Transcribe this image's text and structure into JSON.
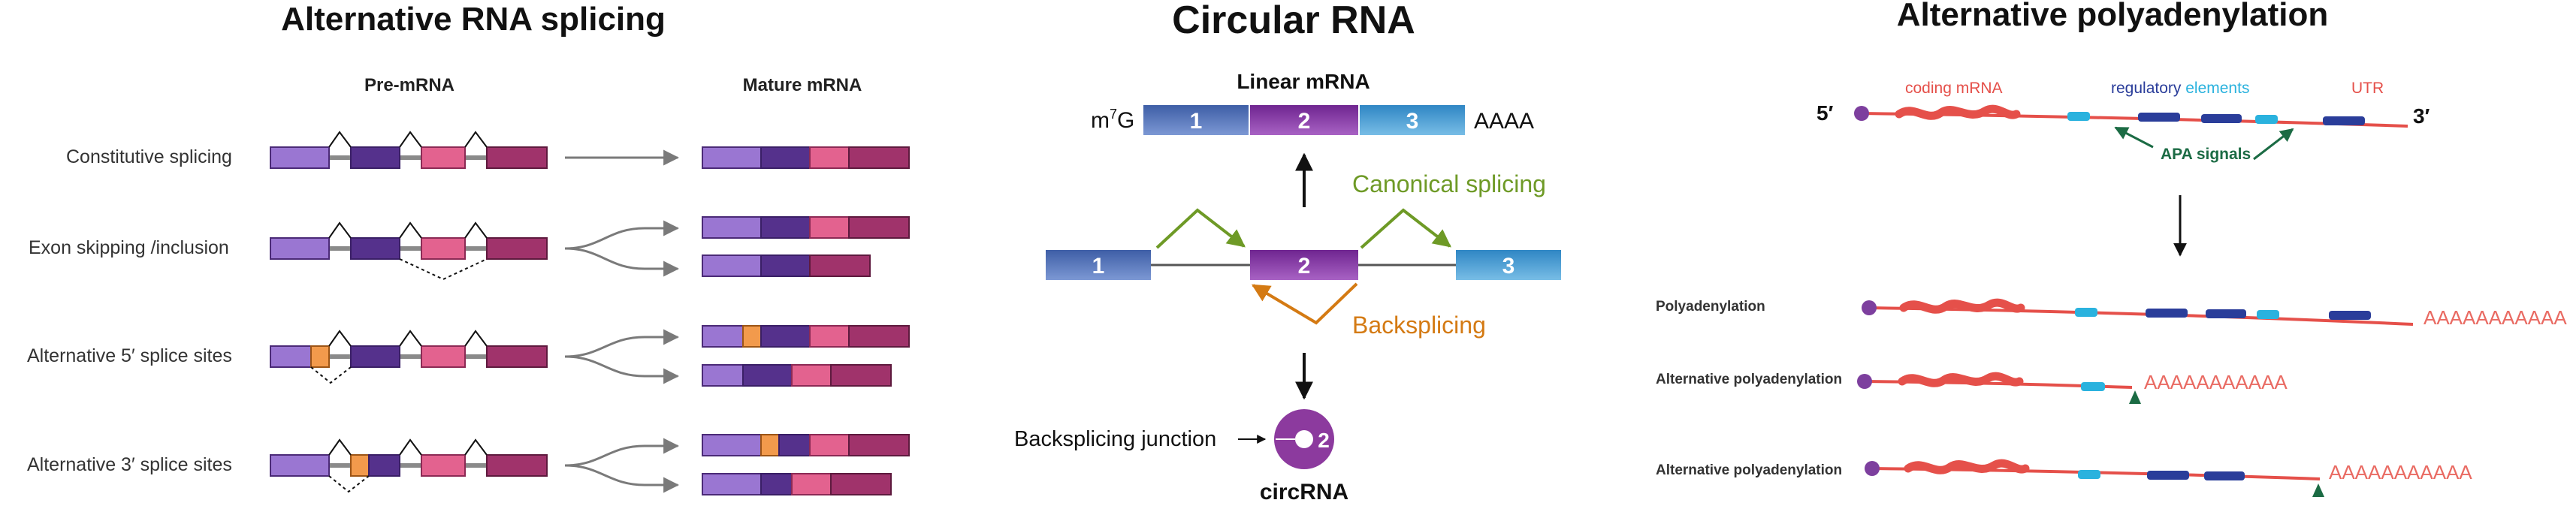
{
  "splicing": {
    "title": "Alternative RNA splicing",
    "col_pre": "Pre-mRNA",
    "col_mature": "Mature mRNA",
    "rows": [
      {
        "label": "Constitutive splicing"
      },
      {
        "label": "Exon skipping /inclusion"
      },
      {
        "label": "Alternative 5′ splice sites"
      },
      {
        "label": "Alternative 3′ splice sites"
      }
    ]
  },
  "circular": {
    "title": "Circular RNA",
    "linear_label": "Linear mRNA",
    "cap_m": "m",
    "cap_sup": "7",
    "cap_g": "G",
    "poly_a": "AAAA",
    "exons": [
      "1",
      "2",
      "3"
    ],
    "canonical": "Canonical splicing",
    "backsplicing": "Backsplicing",
    "junction": "Backsplicing junction",
    "circ_exon": "2",
    "circ_label": "circRNA"
  },
  "apa": {
    "title": "Alternative polyadenylation",
    "end5": "5′",
    "end3": "3′",
    "coding": "coding mRNA",
    "regulatory": "regulatory",
    "elements": "elements",
    "utr": "UTR",
    "signals": "APA signals",
    "rows": [
      {
        "label": "Polyadenylation",
        "tail": "AAAAAAAAAAA"
      },
      {
        "label": "Alternative polyadenylation",
        "tail": "AAAAAAAAAAA"
      },
      {
        "label": "Alternative polyadenylation",
        "tail": "AAAAAAAAAAA"
      }
    ]
  },
  "colors": {
    "exon_lavender": "#9a76d2",
    "exon_indigo": "#55318c",
    "exon_pink": "#e3628f",
    "exon_plum": "#a0336b",
    "exon_orange": "#f29a4c",
    "circ_blue": "#3e63a8",
    "circ_purple": "#7d2f96",
    "circ_cyan": "#3a8fc8",
    "canonical_green": "#6e9a26",
    "backsplice_orange": "#d47a13",
    "mrna_red": "#e5504a",
    "reg_navy": "#2a3d9a",
    "reg_cyan": "#2ab2de",
    "apa_green": "#1b6b44",
    "cap_purple": "#7d3f9e",
    "tail_salmon": "#e96a62"
  }
}
